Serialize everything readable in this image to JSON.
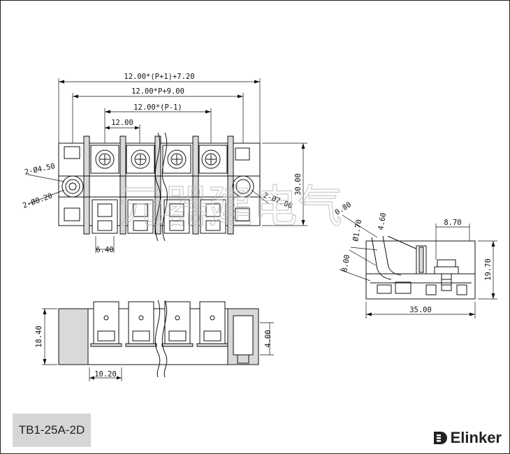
{
  "product": {
    "part_number": "TB1-25A-2D",
    "brand": "Elinker"
  },
  "dimensions": {
    "overall_length": "12.00*(P+1)+7.20",
    "hole_span": "12.00*P+9.00",
    "terminal_span": "12.00*(P-1)",
    "pitch": "12.00",
    "mount_hole_small": "2-Ø4.50",
    "mount_hole_large": "2-Ø8.20",
    "mount_hole_right": "2-Ø7.00",
    "height_top": "30.00",
    "tab_width": "6.40",
    "side_thickness": "0.80",
    "side_a": "4.60",
    "side_dia": "Ø1.70",
    "side_b": "8.00",
    "side_top": "8.70",
    "side_height": "19.70",
    "side_length": "35.00",
    "front_height": "18.40",
    "front_right": "4.00",
    "front_pitch": "10.20"
  },
  "watermark": "元器建电气"
}
